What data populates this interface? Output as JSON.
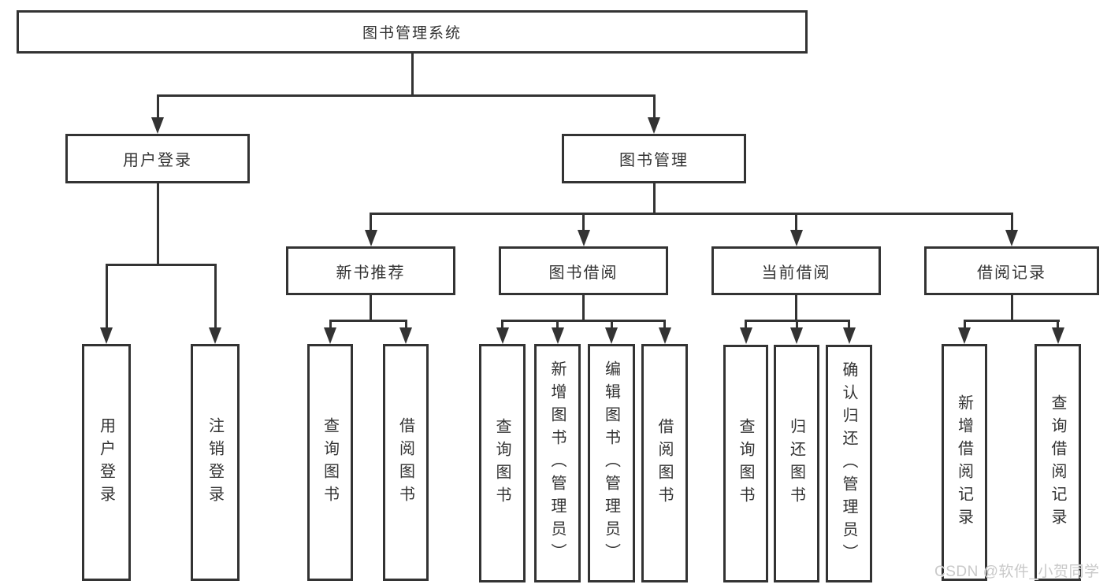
{
  "diagram_type": "hierarchy-tree",
  "tree": {
    "label": "图书管理系统",
    "children": [
      {
        "label": "用户登录",
        "children": [
          {
            "label": "用户登录"
          },
          {
            "label": "注销登录"
          }
        ]
      },
      {
        "label": "图书管理",
        "children": [
          {
            "label": "新书推荐",
            "children": [
              {
                "label": "查询图书"
              },
              {
                "label": "借阅图书"
              }
            ]
          },
          {
            "label": "图书借阅",
            "children": [
              {
                "label": "查询图书"
              },
              {
                "label": "新增图书（管理员）"
              },
              {
                "label": "编辑图书（管理员）"
              },
              {
                "label": "借阅图书"
              }
            ]
          },
          {
            "label": "当前借阅",
            "children": [
              {
                "label": "查询图书"
              },
              {
                "label": "归还图书"
              },
              {
                "label": "确认归还（管理员）"
              }
            ]
          },
          {
            "label": "借阅记录",
            "children": [
              {
                "label": "新增借阅记录"
              },
              {
                "label": "查询借阅记录"
              }
            ]
          }
        ]
      }
    ]
  },
  "watermark": {
    "text": "CSDN @软件_小贺同学"
  },
  "colors": {
    "line": "#333333",
    "text": "#333333",
    "background": "#ffffff",
    "watermark": "#c9c9c9"
  }
}
